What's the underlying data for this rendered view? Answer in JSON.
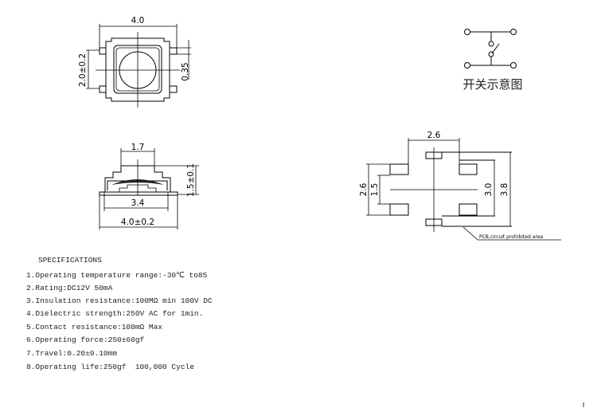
{
  "top_view": {
    "width_dim": "4.0",
    "pitch_dim": "2.0±0.2",
    "terminal_dim": "0.35"
  },
  "side_view": {
    "cap_dim": "1.7",
    "height_dim": "1.5±0.1",
    "body_dim": "3.4",
    "overall_dim": "4.0±0.2"
  },
  "schematic": {
    "caption": "开关示意图"
  },
  "footprint": {
    "top_dim": "2.6",
    "left_outer_dim": "2.6",
    "left_inner_dim": "1.5",
    "right_inner_dim": "3.0",
    "right_outer_dim": "3.8",
    "note": "PCB,circuit prohibited area"
  },
  "specifications": {
    "title": "SPECIFICATIONS",
    "items": [
      "1.Operating temperature range:-30℃ to85",
      "2.Rating:DC12V 50mA",
      "3.Insulation resistance:100MΩ min 100V DC",
      "4.Dielectric strength:250V AC for 1min.",
      "5.Contact resistance:100mΩ Max",
      "6.Operating force:250±60gf",
      "7.Travel:0.20±0.10mm",
      "8.Operating life:250gf  100,000 Cycle"
    ]
  }
}
